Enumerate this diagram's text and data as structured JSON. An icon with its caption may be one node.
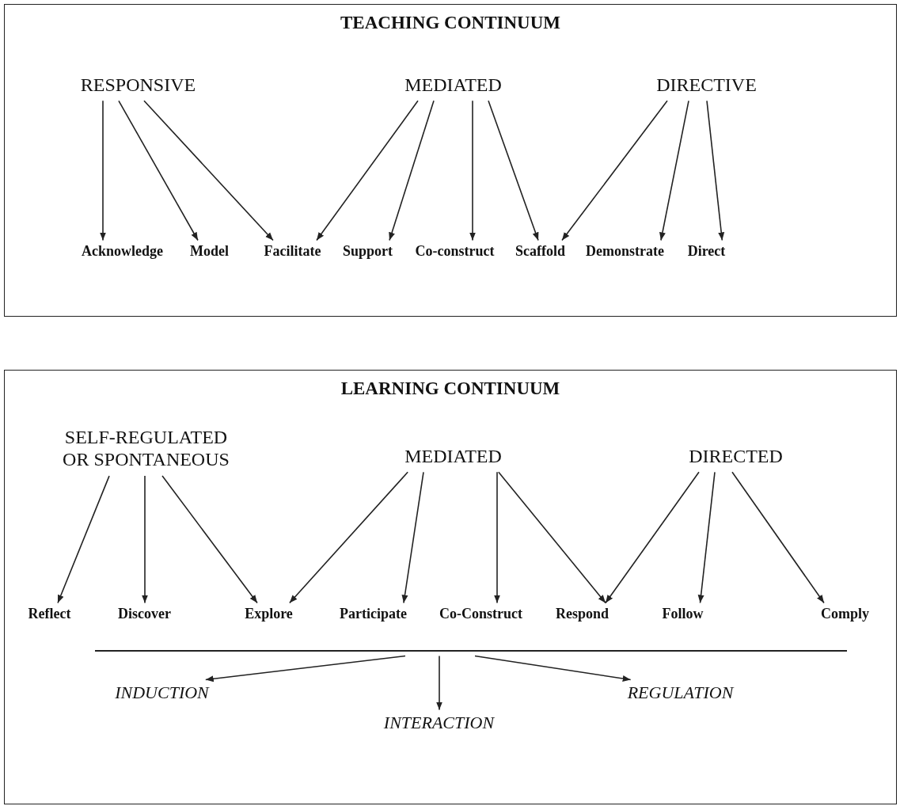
{
  "diagram": {
    "nodes": [
      {
        "text": [
          "TEACHING CONTINUUM"
        ]
      },
      {
        "text": [
          "RESPONSIVE"
        ],
        "in": 0
      },
      {
        "text": [
          "MEDIATED"
        ],
        "in": 0
      },
      {
        "text": [
          "DIRECTIVE"
        ],
        "in": 0
      },
      {
        "text": [
          "Acknowledge"
        ],
        "in": 0
      },
      {
        "text": [
          "Model"
        ],
        "in": 0
      },
      {
        "text": [
          "Facilitate"
        ],
        "in": 0
      },
      {
        "text": [
          "Support"
        ],
        "in": 0
      },
      {
        "text": [
          "Co-construct"
        ],
        "in": 0
      },
      {
        "text": [
          "Scaffold"
        ],
        "in": 0
      },
      {
        "text": [
          "Demonstrate"
        ],
        "in": 0
      },
      {
        "text": [
          "Direct"
        ],
        "in": 0
      },
      {
        "text": [
          "LEARNING CONTINUUM"
        ]
      },
      {
        "text": [
          "SELF-REGULATED OR SPONTANEOUS"
        ],
        "in": 12
      },
      {
        "text": [
          "MEDIATED"
        ],
        "in": 12
      },
      {
        "text": [
          "DIRECTED"
        ],
        "in": 12
      },
      {
        "text": [
          "Reflect"
        ],
        "in": 12
      },
      {
        "text": [
          "Discover"
        ],
        "in": 12
      },
      {
        "text": [
          "Explore"
        ],
        "in": 12
      },
      {
        "text": [
          "Participate"
        ],
        "in": 12
      },
      {
        "text": [
          "Co-Construct"
        ],
        "in": 12
      },
      {
        "text": [
          "Respond"
        ],
        "in": 12
      },
      {
        "text": [
          "Follow"
        ],
        "in": 12
      },
      {
        "text": [
          "Comply"
        ],
        "in": 12
      },
      {
        "text": [],
        "shape": "bar",
        "in": 12
      },
      {
        "text": [
          "INDUCTION"
        ],
        "in": 12
      },
      {
        "text": [
          "INTERACTION"
        ],
        "in": 12
      },
      {
        "text": [
          "REGULATION"
        ],
        "in": 12
      }
    ],
    "edges": [
      {
        "from": 1,
        "to": 4,
        "arrow": "to"
      },
      {
        "from": 1,
        "to": 5,
        "arrow": "to"
      },
      {
        "from": 1,
        "to": 6,
        "arrow": "to"
      },
      {
        "from": 2,
        "to": 6,
        "arrow": "to"
      },
      {
        "from": 2,
        "to": 7,
        "arrow": "to"
      },
      {
        "from": 2,
        "to": 8,
        "arrow": "to"
      },
      {
        "from": 2,
        "to": 9,
        "arrow": "to"
      },
      {
        "from": 3,
        "to": 9,
        "arrow": "to"
      },
      {
        "from": 3,
        "to": 10,
        "arrow": "to"
      },
      {
        "from": 3,
        "to": 11,
        "arrow": "to"
      },
      {
        "from": 13,
        "to": 16,
        "arrow": "to"
      },
      {
        "from": 13,
        "to": 17,
        "arrow": "to"
      },
      {
        "from": 13,
        "to": 18,
        "arrow": "to"
      },
      {
        "from": 14,
        "to": 18,
        "arrow": "to"
      },
      {
        "from": 14,
        "to": 19,
        "arrow": "to"
      },
      {
        "from": 14,
        "to": 20,
        "arrow": "to"
      },
      {
        "from": 14,
        "to": 21,
        "arrow": "to"
      },
      {
        "from": 15,
        "to": 21,
        "arrow": "to"
      },
      {
        "from": 15,
        "to": 22,
        "arrow": "to"
      },
      {
        "from": 15,
        "to": 23,
        "arrow": "to"
      },
      {
        "from": 24,
        "to": 25,
        "arrow": "to"
      },
      {
        "from": 24,
        "to": 26,
        "arrow": "to"
      },
      {
        "from": 24,
        "to": 27,
        "arrow": "to"
      }
    ]
  }
}
